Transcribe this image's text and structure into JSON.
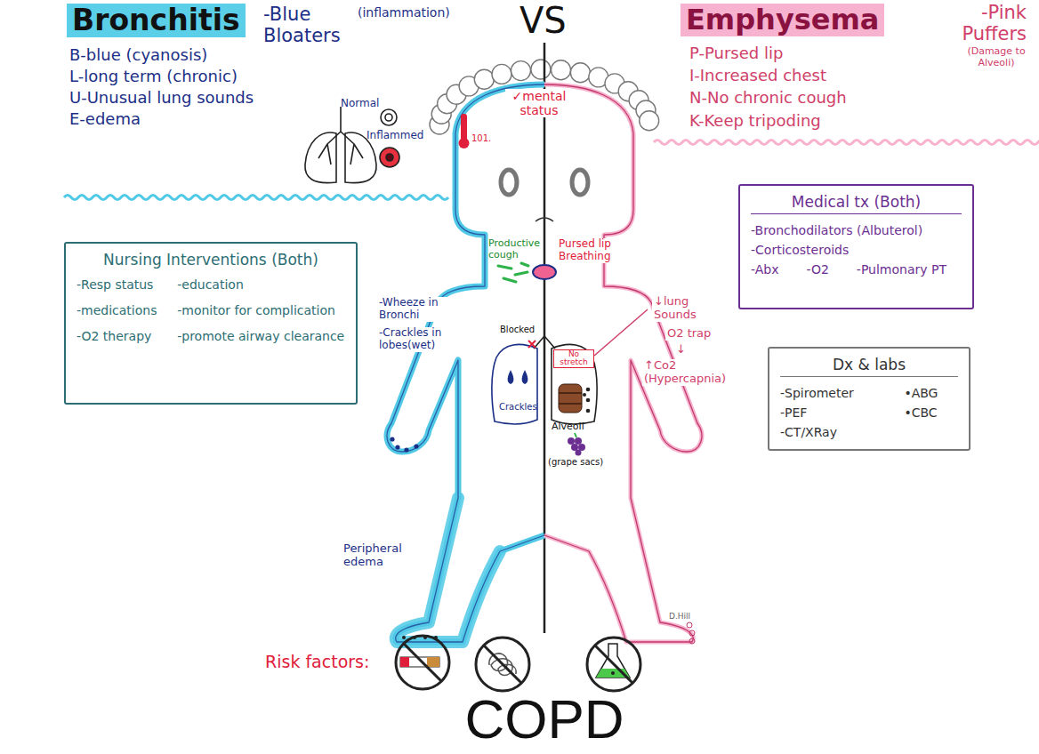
{
  "diagram": {
    "title": "COPD",
    "nodes": [
      {
        "text": [
          "Nursing Interventions (Both)",
          "-Resp status",
          "-medications",
          "-O2 therapy",
          "-education",
          "-monitor for complication",
          "-promote airway clearance"
        ]
      },
      {
        "text": [
          "Medical tx (Both)",
          "-Bronchodilators (Albuterol)",
          "-Corticosteroids",
          "-Abx",
          "-O2",
          "-Pulmonary PT"
        ]
      },
      {
        "text": [
          "Dx & labs",
          "-Spirometer",
          "-PEF",
          "-CT/XRay",
          "•ABG",
          "•CBC"
        ]
      }
    ],
    "labels": [
      "Bronchitis",
      "-Blue Bloaters",
      "(inflammation)",
      "VS",
      "Emphysema",
      "-Pink Puffers",
      "(Damage to Alveoli)",
      "B-blue (cyanosis)",
      "L-long term (chronic)",
      "U-Unusual lung sounds",
      "E-edema",
      "P-Pursed lip",
      "I-Increased chest",
      "N-No chronic cough",
      "K-Keep tripoding",
      "Normal",
      "Inflammed",
      "✓mental status",
      "101.",
      "Productive cough",
      "Pursed lip Breathing",
      "-Wheeze in Bronchi",
      "-Crackles in lobes(wet)",
      "Blocked",
      "No stretch",
      "Crackles",
      "↓lung Sounds",
      "O2 trap",
      "↓",
      "↑Co2 (Hypercapnia)",
      "Alveoli",
      "(grape sacs)",
      "Peripheral edema",
      "Risk factors:",
      "D.Hill"
    ]
  }
}
